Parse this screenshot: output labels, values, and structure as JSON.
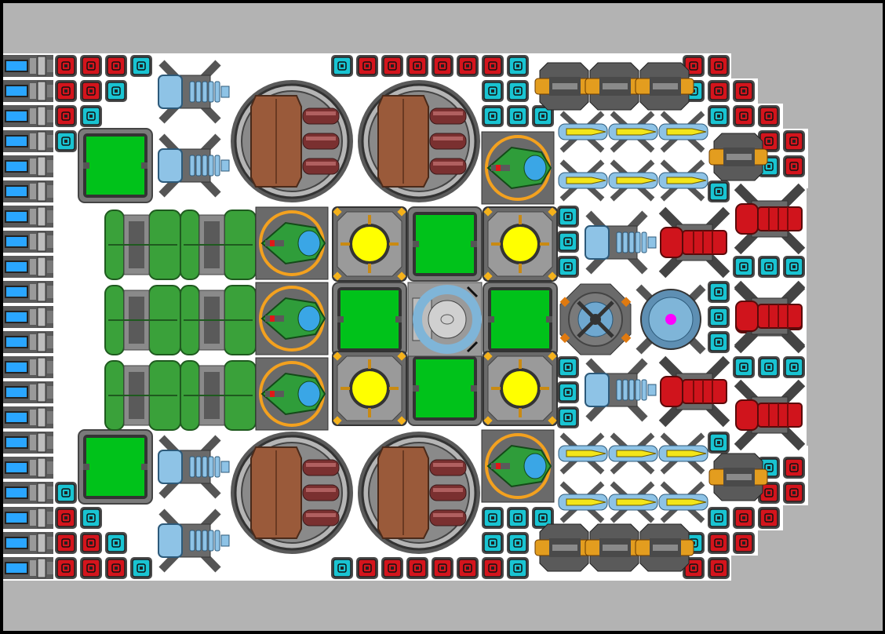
{
  "scene": {
    "type": "ship-designer-grid",
    "symmetric_about_horizontal_axis": true,
    "colors": {
      "background": "#b3b3b3",
      "frame": "#000000",
      "hull": "#ffffff",
      "armor_red": "#d4141c",
      "armor_cyan": "#19c4d2",
      "armor_steel": "#595959",
      "thruster_blue": "#2aa6ff",
      "cargo_green": "#00c21a",
      "reactor_yellow": "#ffff00",
      "tank_green": "#3aa13a",
      "hydro_brown": "#9a5a3a",
      "plasma_red": "#d0141c",
      "railgun_orange": "#e39d1f",
      "missile_yellow": "#f3e51a",
      "shield_core_magenta": "#ff00ff"
    },
    "modules": [
      {
        "name": "thruster-column",
        "icon": "thruster-icon",
        "count": 21
      },
      {
        "name": "armor-red",
        "icon": "armor-block-icon"
      },
      {
        "name": "armor-cyan",
        "icon": "armor-block-icon"
      },
      {
        "name": "cargo-hold",
        "icon": "cargo-hold-icon",
        "count": 6
      },
      {
        "name": "reactor",
        "icon": "reactor-icon",
        "count": 4
      },
      {
        "name": "fuel-tank",
        "icon": "fuel-tank-icon"
      },
      {
        "name": "hydrogen-tank",
        "icon": "hydrogen-tank-icon",
        "count": 4
      },
      {
        "name": "ion-cannon",
        "icon": "ion-cannon-icon",
        "count": 6
      },
      {
        "name": "plasma-turret",
        "icon": "plasma-turret-icon",
        "count": 4
      },
      {
        "name": "laser-turret",
        "icon": "laser-turret-icon",
        "count": 6
      },
      {
        "name": "missile-launcher",
        "icon": "missile-icon",
        "count": 12
      },
      {
        "name": "railgun",
        "icon": "railgun-icon",
        "count": 8
      },
      {
        "name": "fighter-bay",
        "icon": "fighter-bay-icon",
        "count": 5
      },
      {
        "name": "crew-quarters",
        "icon": "crew-quarters-icon",
        "count": 1
      },
      {
        "name": "shield-generator",
        "icon": "shield-generator-icon",
        "count": 1
      },
      {
        "name": "sensor-array",
        "icon": "sensor-array-icon",
        "count": 1
      }
    ]
  }
}
